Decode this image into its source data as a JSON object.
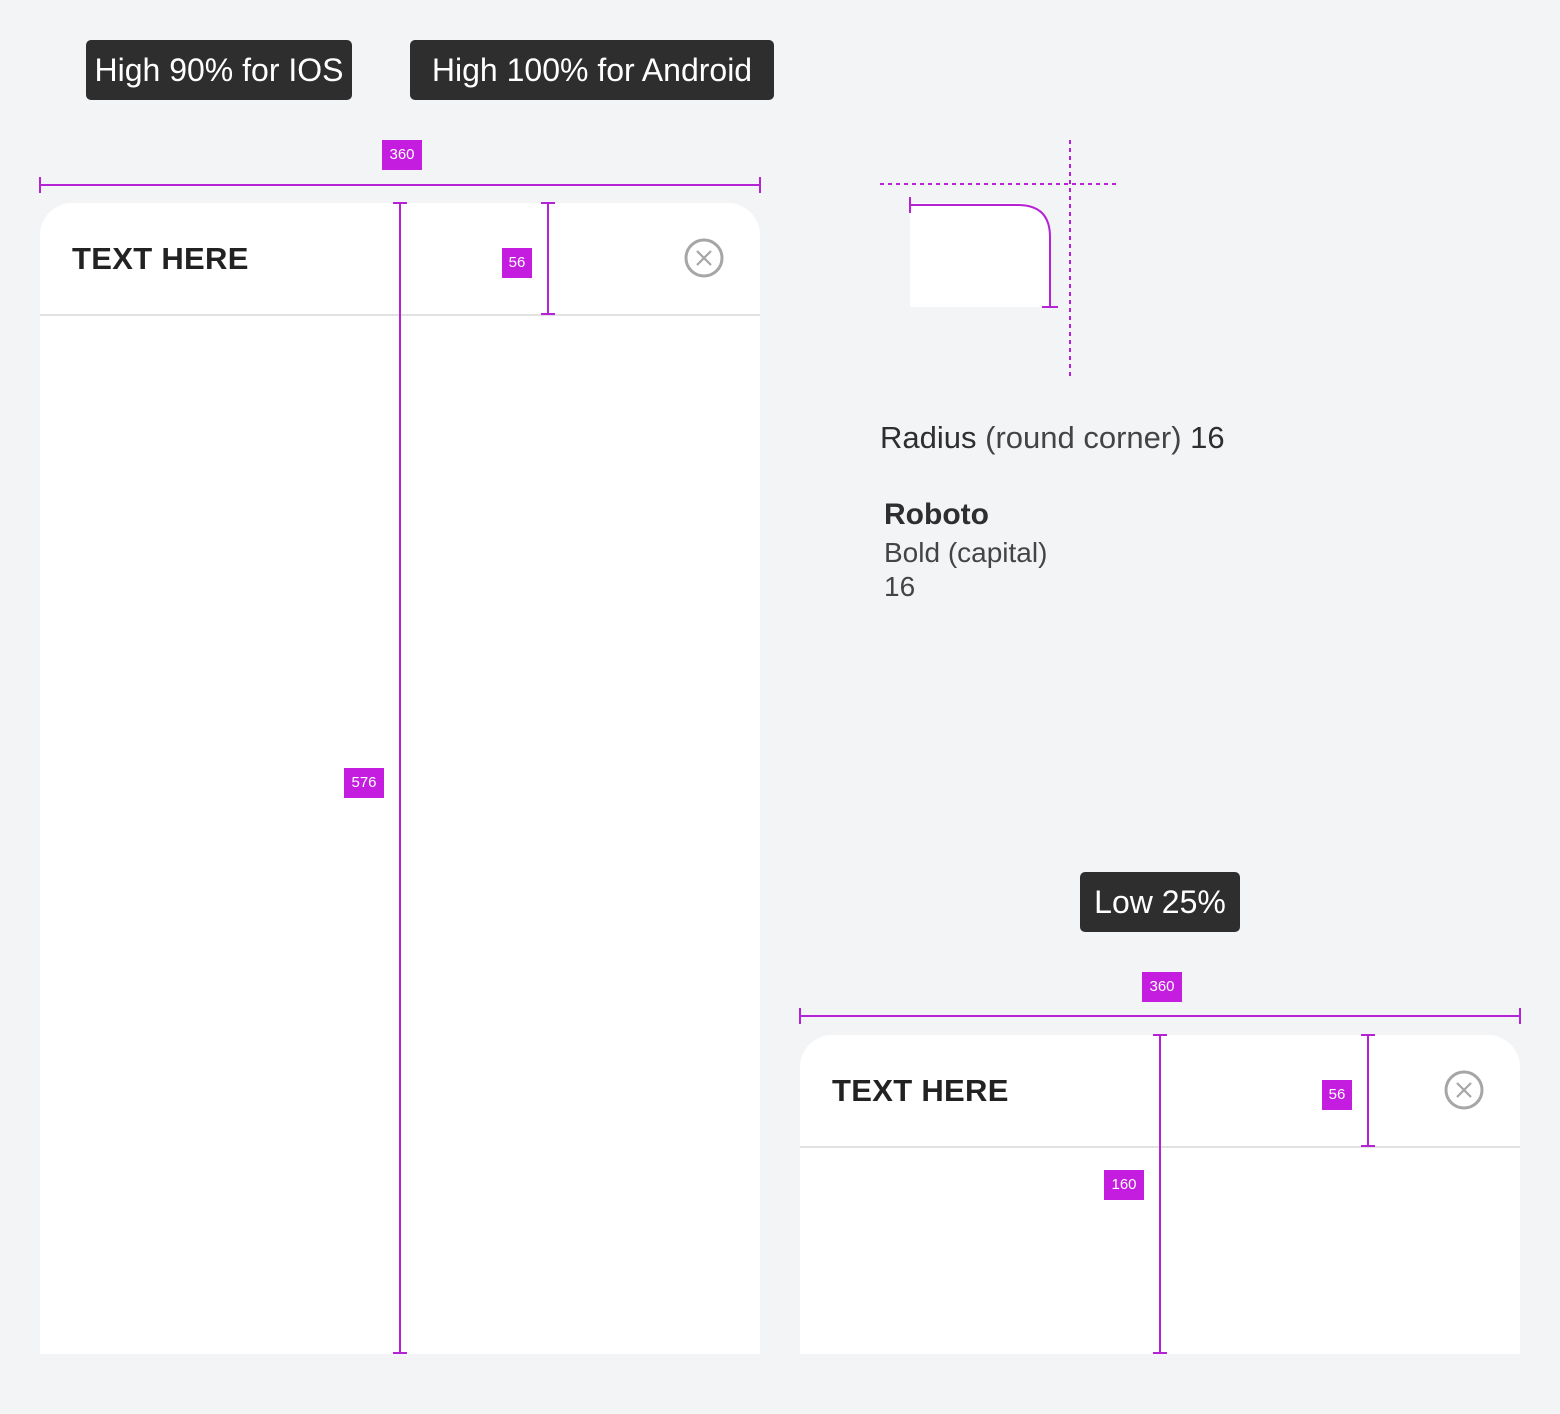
{
  "pills": {
    "ios": "High 90% for IOS",
    "android": "High 100% for Android",
    "low": "Low 25%"
  },
  "high_sheet": {
    "title": "TEXT HERE",
    "width_label": "360",
    "header_height_label": "56",
    "height_label": "576"
  },
  "low_sheet": {
    "title": "TEXT HERE",
    "width_label": "360",
    "header_height_label": "56",
    "height_label": "160"
  },
  "radius_spec": {
    "label": "Radius",
    "detail": "(round corner)",
    "value": "16"
  },
  "font_spec": {
    "family": "Roboto",
    "weight": "Bold (capital)",
    "size": "16"
  },
  "colors": {
    "background": "#f3f4f6",
    "sheet": "#ffffff",
    "pill": "#2e2e2e",
    "measure": "#b623d6",
    "close_icon": "#a6a6a6"
  },
  "icons": {
    "close": "close-circle-icon"
  }
}
